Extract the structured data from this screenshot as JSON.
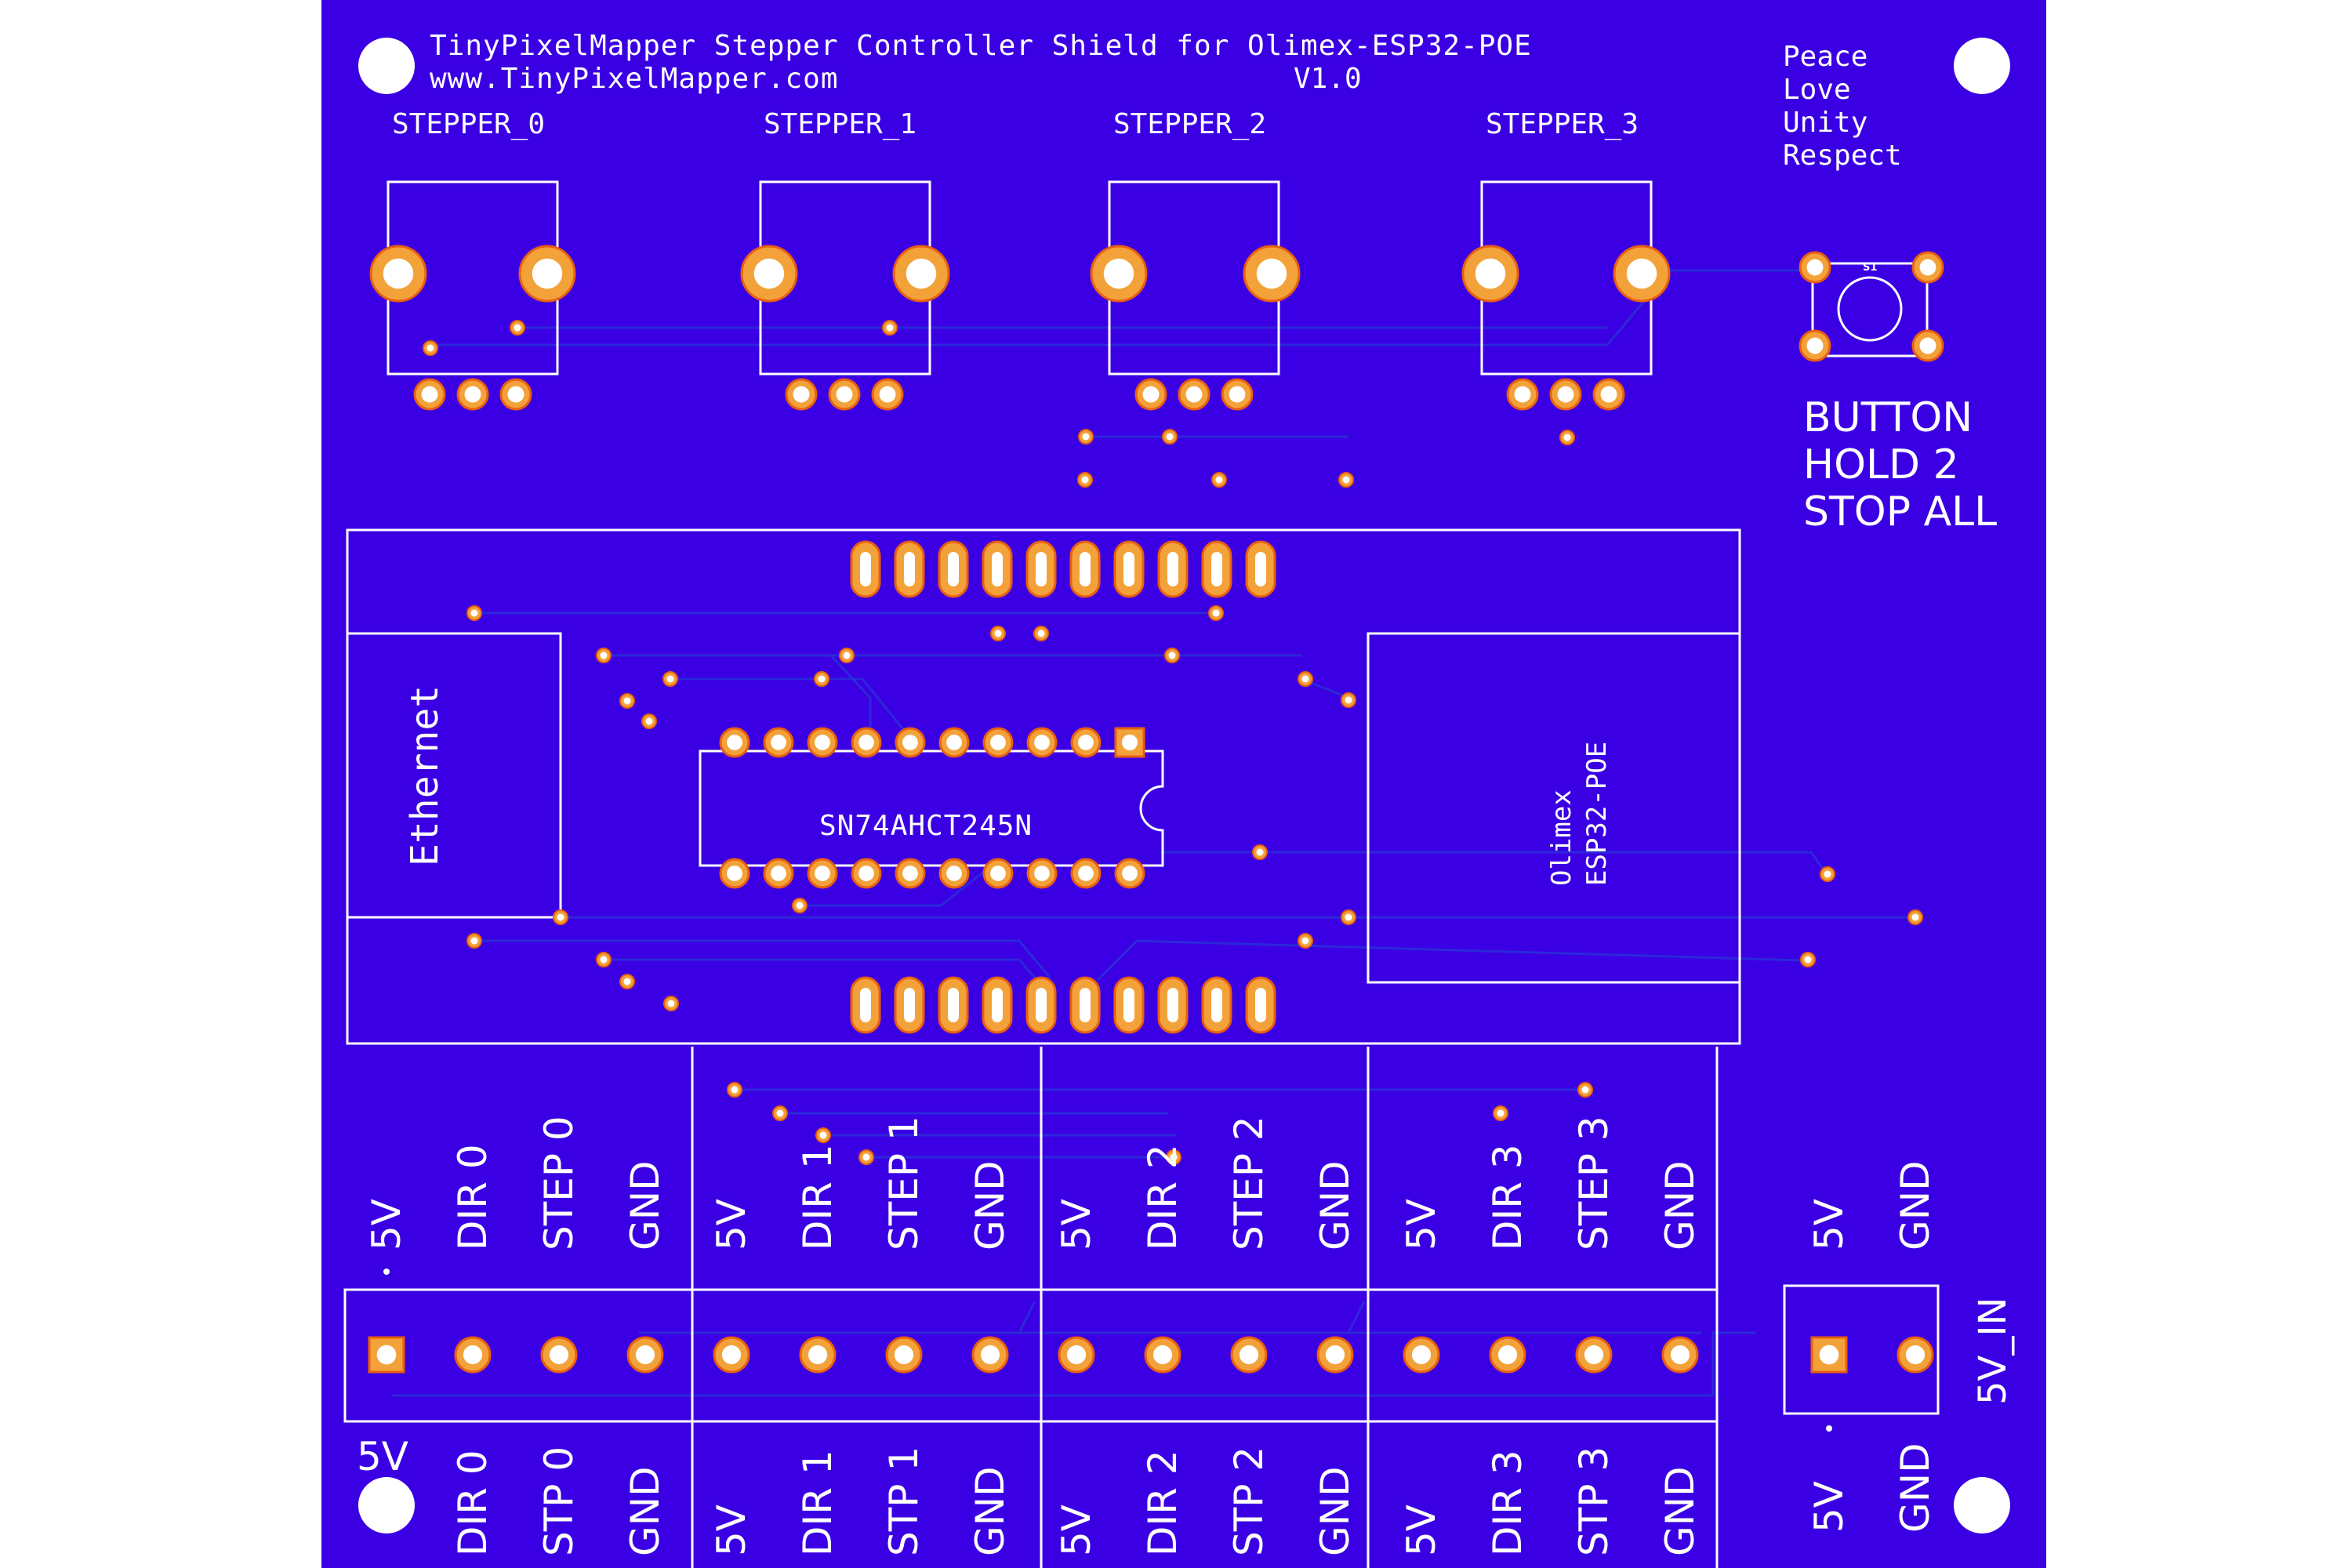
{
  "board": {
    "title": "TinyPixelMapper Stepper Controller Shield for Olimex-ESP32-POE",
    "website": "www.TinyPixelMapper.com",
    "version": "V1.0",
    "motto": [
      "Peace",
      "Love",
      "Unity",
      "Respect"
    ],
    "colors": {
      "substrate": "#3a00e3",
      "silk": "#ffffff",
      "copper": "#f3a23a",
      "drill": "#ffffff",
      "pad_border": "#e85f10"
    }
  },
  "steppers": [
    "STEPPER_0",
    "STEPPER_1",
    "STEPPER_2",
    "STEPPER_3"
  ],
  "button": {
    "ref": "S1",
    "note": [
      "BUTTON",
      "HOLD 2",
      "STOP ALL"
    ]
  },
  "modules": {
    "ethernet": "Ethernet",
    "ic": "SN74AHCT245N",
    "mcu": [
      "Olimex",
      "ESP32-POE"
    ]
  },
  "headers": {
    "upper_labels": [
      "5V",
      "DIR 0",
      "STEP 0",
      "GND",
      "5V",
      "DIR 1",
      "STEP 1",
      "GND",
      "5V",
      "DIR 2",
      "STEP 2",
      "GND",
      "5V",
      "DIR 3",
      "STEP 3",
      "GND"
    ],
    "lower_labels": [
      "5V",
      "DIR 0",
      "STP 0",
      "GND",
      "5V",
      "DIR 1",
      "STP 1",
      "GND",
      "5V",
      "DIR 2",
      "STP 2",
      "GND",
      "5V",
      "DIR 3",
      "STP 3",
      "GND"
    ],
    "power_upper": [
      "5V",
      "GND"
    ],
    "power_lower": [
      "5V",
      "GND"
    ],
    "power_side": "5V_IN"
  }
}
